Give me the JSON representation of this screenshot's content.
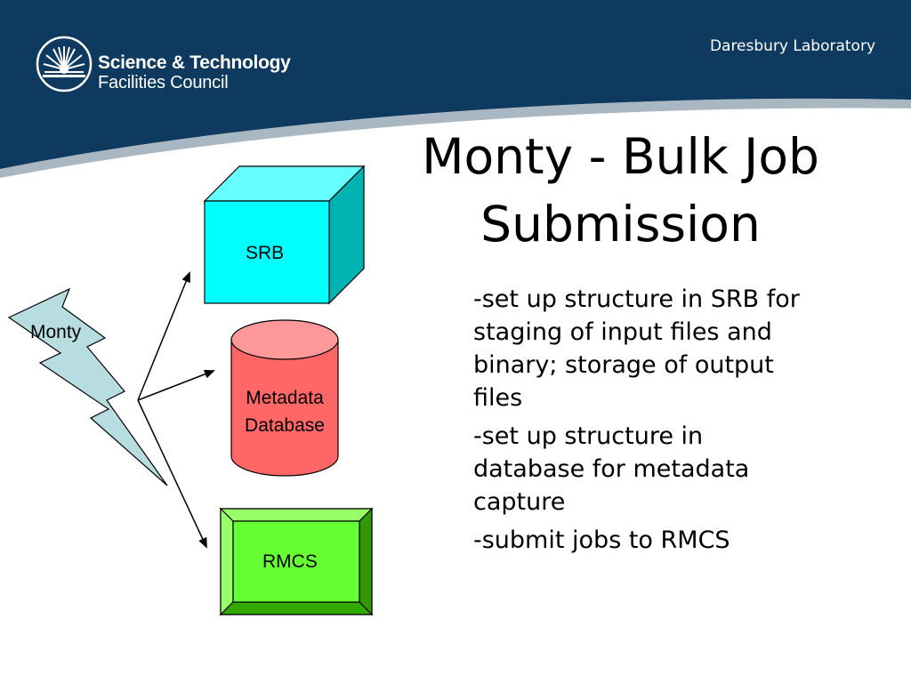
{
  "header": {
    "org_name_line1": "Science & Technology",
    "org_name_line2": "Facilities Council",
    "lab_name": "Daresbury Laboratory",
    "logo_icon": "sunburst-logo-icon",
    "colors": {
      "band": "#0e3a5f",
      "swoosh": "#a9b7c2",
      "text": "#ffffff"
    }
  },
  "slide": {
    "title_line1": "Monty - Bulk Job",
    "title_line2": "Submission",
    "bullets": [
      "-set up structure in SRB for staging of input files and binary; storage of output files",
      "-set up structure in database for metadata capture",
      "-submit jobs to RMCS"
    ]
  },
  "diagram": {
    "monty_label": "Monty",
    "srb_label": "SRB",
    "database_label_line1": "Metadata",
    "database_label_line2": "Database",
    "rmcs_label": "RMCS",
    "colors": {
      "monty_fill": "#b8dde0",
      "srb_front": "#00ffff",
      "srb_top": "#66ffff",
      "srb_side": "#00b3b3",
      "db_body": "#ff6666",
      "db_top": "#ff9999",
      "rmcs_face": "#66ff33",
      "rmcs_bevel_light": "#99ff66",
      "rmcs_bevel_dark": "#339900"
    }
  }
}
